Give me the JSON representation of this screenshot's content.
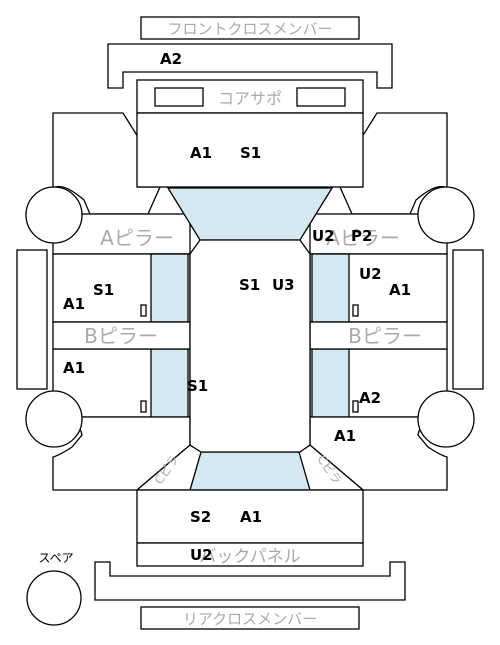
{
  "labels": {
    "front_cross_member": "フロントクロスメンバー",
    "core_support": "コアサポ",
    "a_pillar_left": "Aピラー",
    "a_pillar_right": "Aピラー",
    "b_pillar_left": "Bピラー",
    "b_pillar_right": "Bピラー",
    "c_pillar_left": "Cピラ",
    "c_pillar_right": "Cピラ",
    "back_panel": "バックパネル",
    "rear_cross_member": "リアクロスメンバー",
    "spare": "スペア"
  },
  "codes": {
    "front_member": "A2",
    "hood_a": "A1",
    "hood_s": "S1",
    "right_front_fender_u": "U2",
    "right_front_fender_p": "P2",
    "left_front_door_s": "S1",
    "left_front_door_a": "A1",
    "left_rear_door_a": "A1",
    "left_rear_door_s": "S1",
    "roof_s": "S1",
    "roof_u": "U3",
    "right_front_door_u": "U2",
    "right_front_door_a": "A1",
    "right_rear_door_a": "A2",
    "right_quarter_a": "A1",
    "trunk_s": "S2",
    "trunk_a": "A1",
    "back_panel_u": "U2"
  },
  "colors": {
    "glass": "#d3e8f0",
    "outline": "#000000",
    "part_label": "#aaaaaa"
  }
}
